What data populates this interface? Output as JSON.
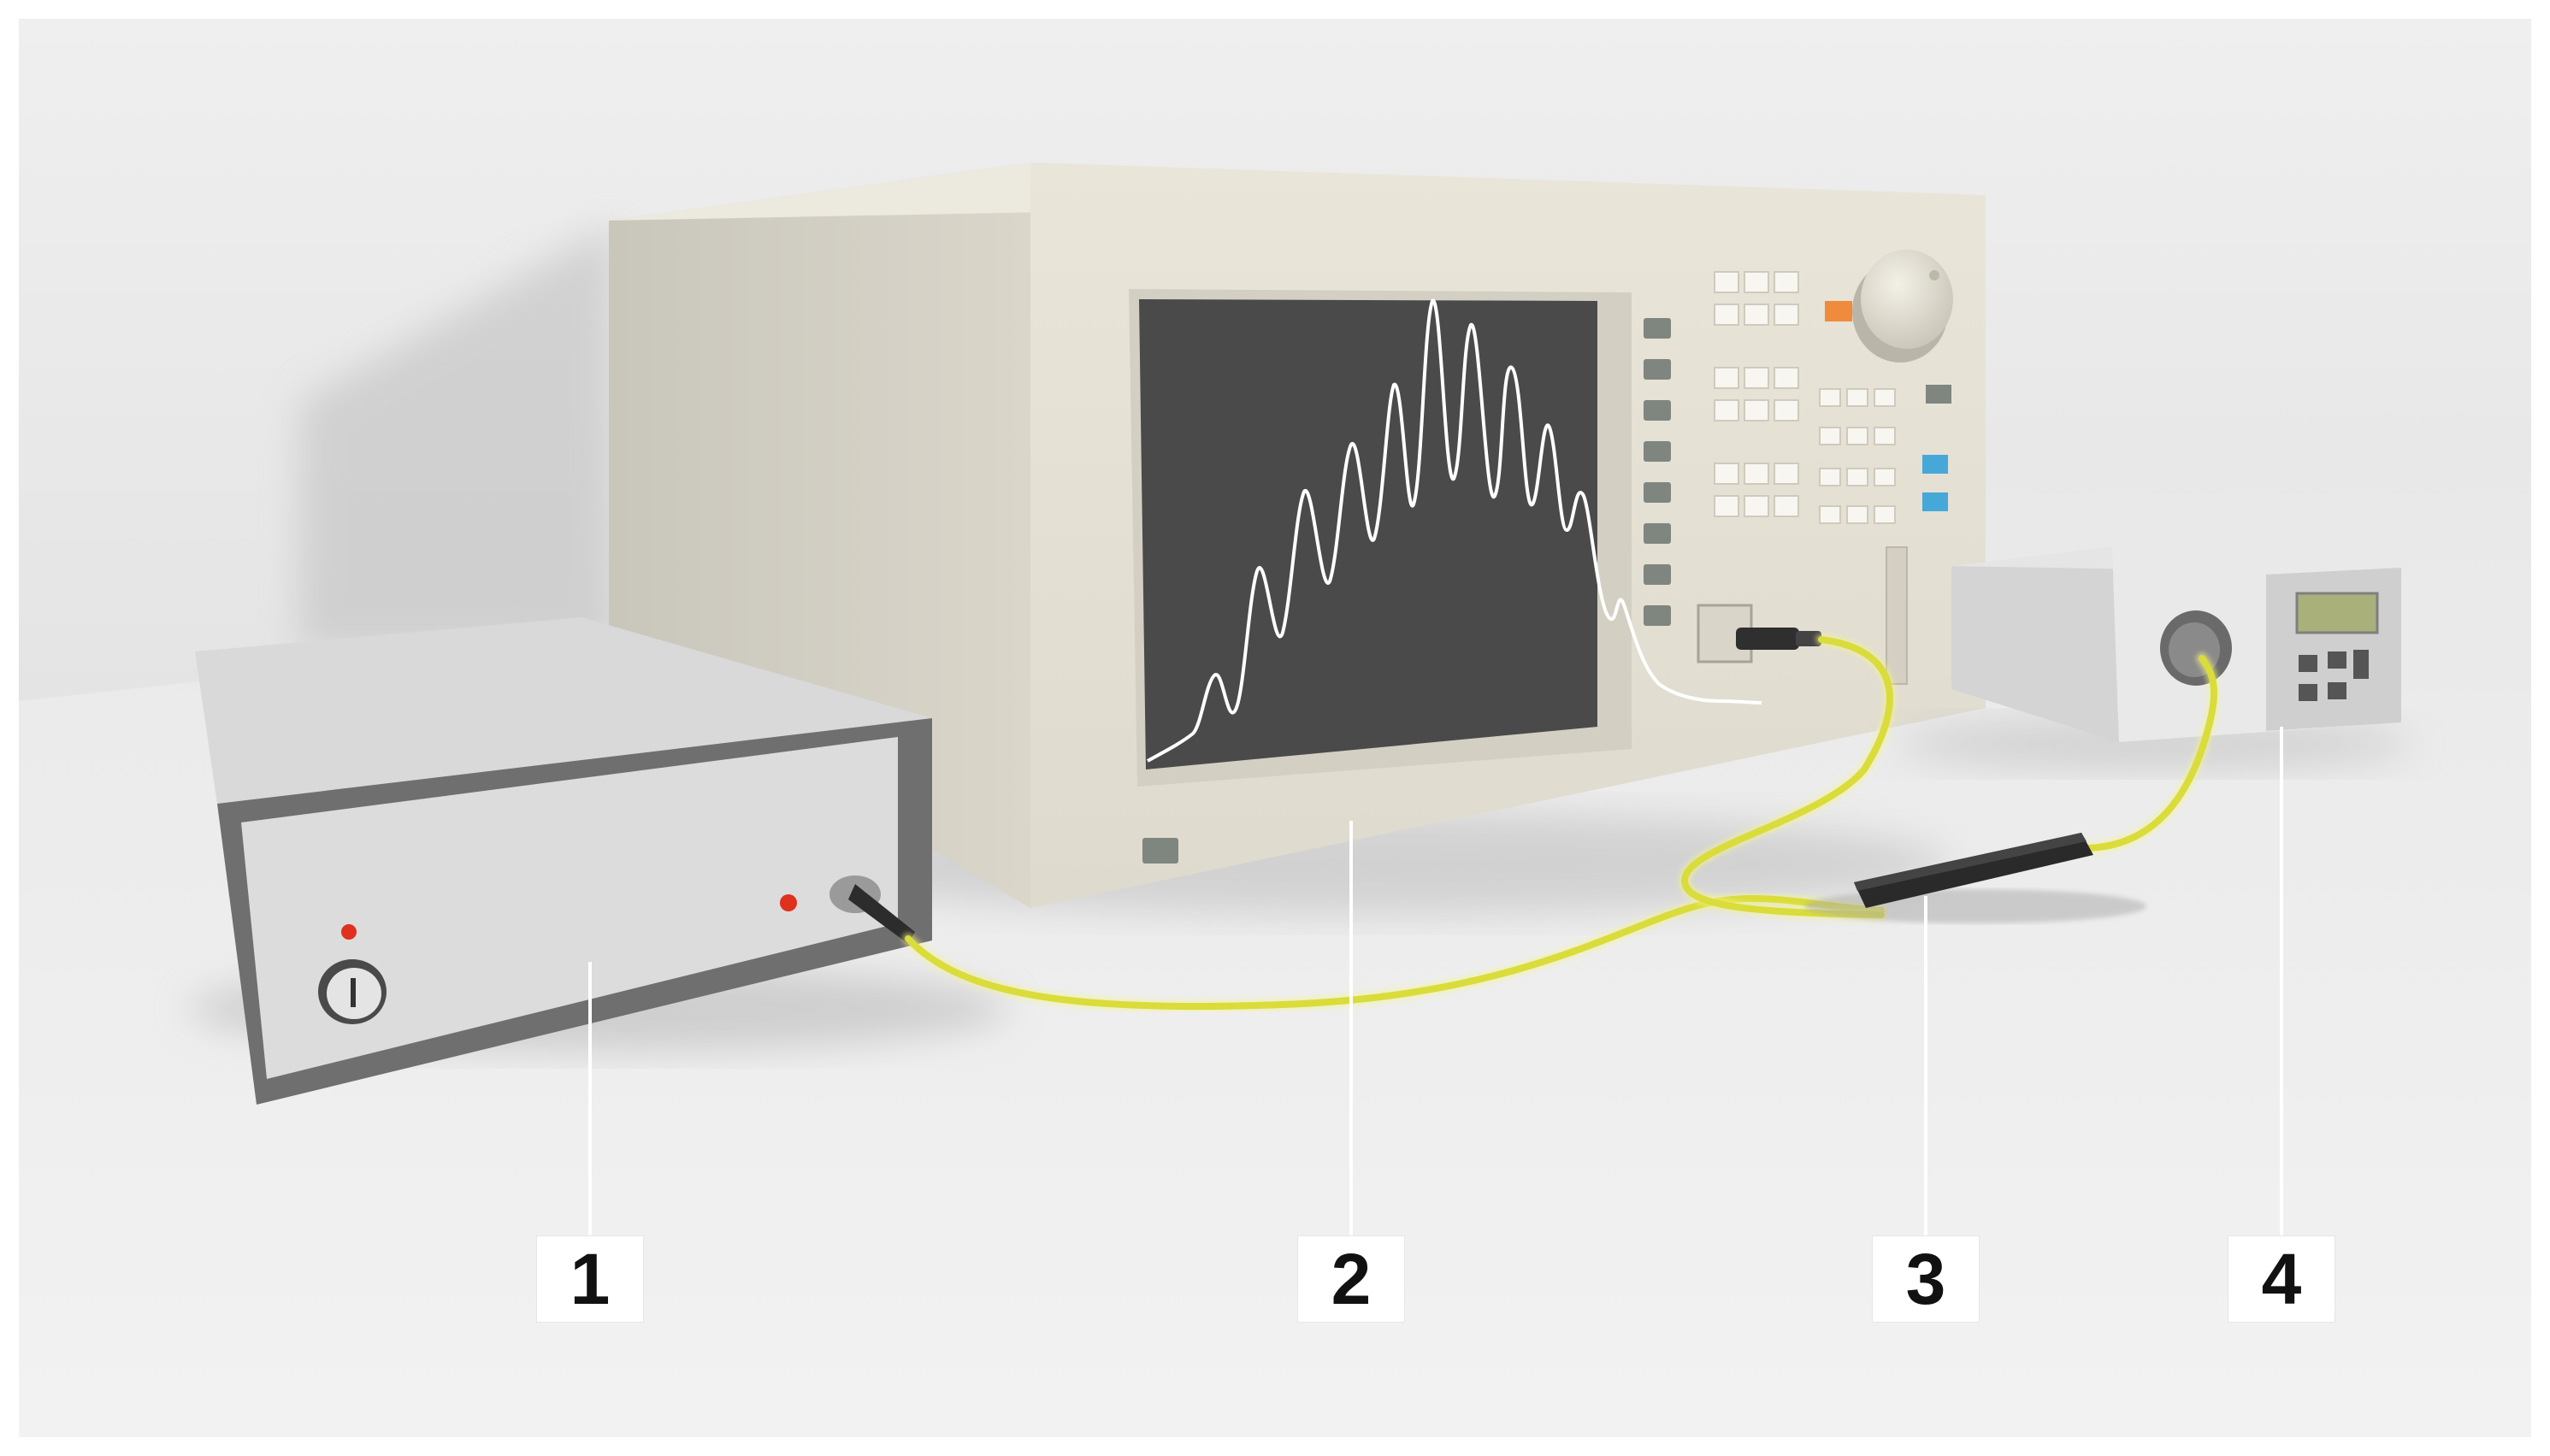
{
  "callouts": [
    {
      "id": "1",
      "label": "1"
    },
    {
      "id": "2",
      "label": "2"
    },
    {
      "id": "3",
      "label": "3"
    },
    {
      "id": "4",
      "label": "4"
    }
  ],
  "colors": {
    "background": "#f0f0f0",
    "wall": "#e9e9e9",
    "floor": "#ededed",
    "instrument_body": "#e6e2d6",
    "screen": "#4a4a4a",
    "trace": "#ffffff",
    "fiber": "#d9dc3a",
    "source_box": "#d8d8d8",
    "detector_box": "#dedede",
    "indicator_led": "#e0301e",
    "accent_orange": "#f08a3c",
    "accent_blue": "#46a8d8",
    "lcd_display": "#a9b07a"
  },
  "icons": [
    "knob-icon",
    "led-indicator-icon",
    "fiber-connector-icon"
  ]
}
